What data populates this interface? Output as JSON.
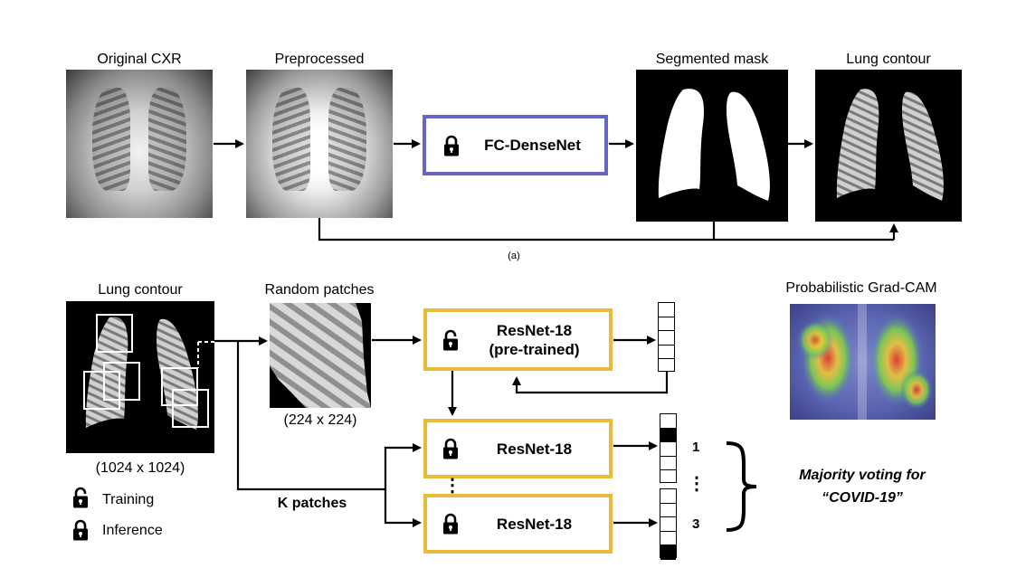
{
  "panel_a": {
    "labels": {
      "original": "Original CXR",
      "preprocessed": "Preprocessed",
      "mask": "Segmented mask",
      "contour": "Lung contour"
    },
    "network": "FC-DenseNet",
    "caption": "(a)"
  },
  "panel_b": {
    "lung_contour_label": "Lung contour",
    "lung_size": "(1024 x 1024)",
    "random_patches_label": "Random patches",
    "patch_size": "(224 x 224)",
    "pretrained_line1": "ResNet-18",
    "pretrained_line2": "(pre-trained)",
    "resnet_label": "ResNet-18",
    "k_patches": "K patches",
    "vdots": "⋮",
    "vote_1": "1",
    "vote_3": "3",
    "gradcam_label": "Probabilistic Grad-CAM",
    "majority_line1": "Majority voting for",
    "majority_line2": "“COVID-19”"
  },
  "legend": {
    "training": "Training",
    "inference": "Inference"
  },
  "colors": {
    "fc_densenet_border": "#6565c8",
    "resnet_border": "#e8bb3a"
  },
  "icons": [
    "unlocked-padlock-icon",
    "locked-padlock-icon",
    "right-brace-icon"
  ]
}
